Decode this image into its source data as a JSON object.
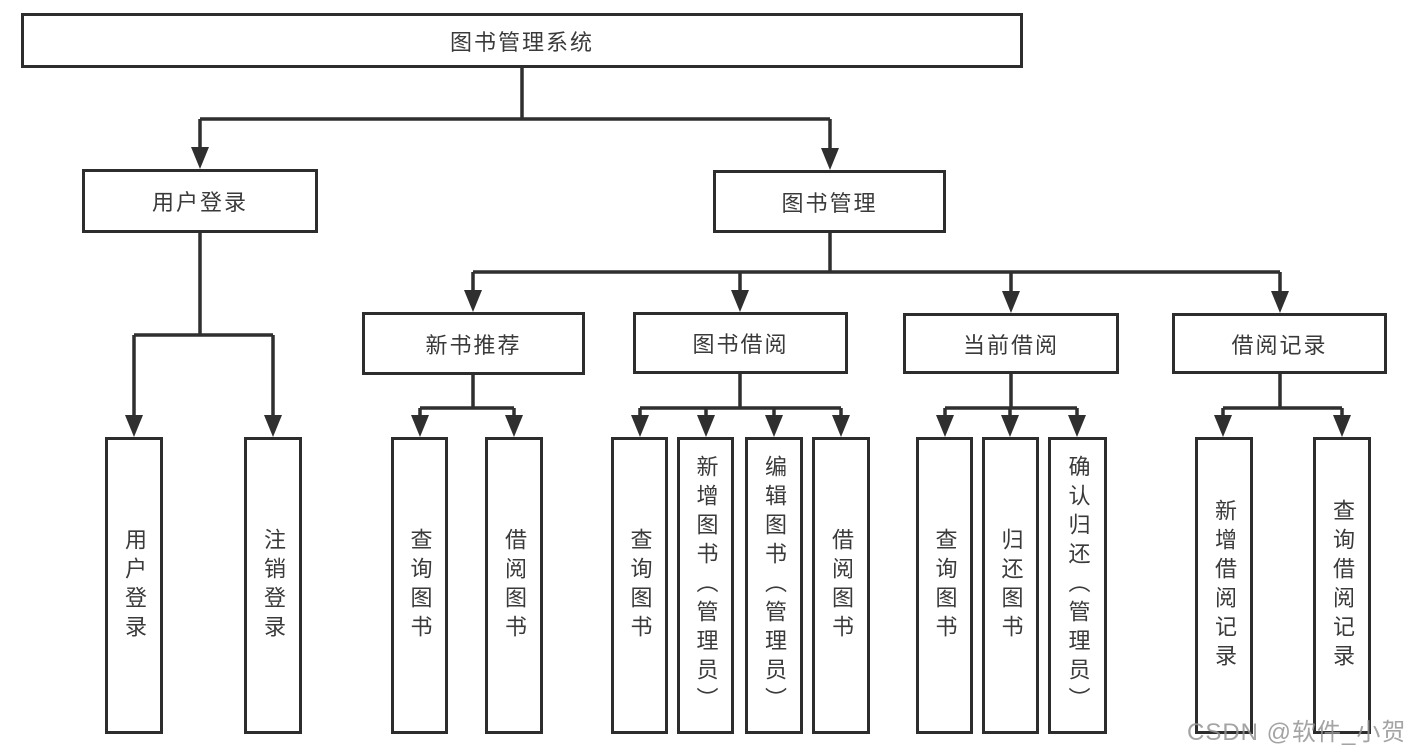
{
  "diagram": {
    "root": "图书管理系统",
    "branches": [
      {
        "label": "用户登录",
        "children": [
          "用户登录",
          "注销登录"
        ]
      },
      {
        "label": "图书管理",
        "groups": [
          {
            "label": "新书推荐",
            "children": [
              "查询图书",
              "借阅图书"
            ]
          },
          {
            "label": "图书借阅",
            "children": [
              "查询图书",
              "新增图书（管理员）",
              "编辑图书（管理员）",
              "借阅图书"
            ]
          },
          {
            "label": "当前借阅",
            "children": [
              "查询图书",
              "归还图书",
              "确认归还（管理员）"
            ]
          },
          {
            "label": "借阅记录",
            "children": [
              "新增借阅记录",
              "查询借阅记录"
            ]
          }
        ]
      }
    ]
  },
  "watermark": "CSDN @软件_小贺同学",
  "colors": {
    "line": "#2f2f2f",
    "box_border": "#2d2d2d",
    "text": "#3a3a3a",
    "watermark": "#949494",
    "background": "#ffffff"
  }
}
